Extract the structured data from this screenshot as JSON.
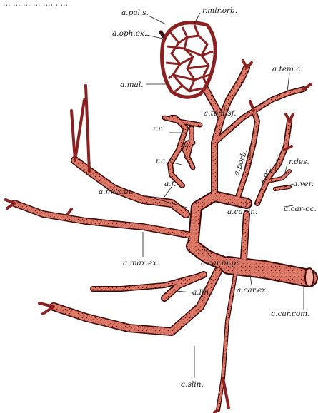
{
  "figure": {
    "caption_top": "... ... ... ... ..., , ...",
    "colors": {
      "vessel": "#8b2020",
      "vessel_light": "#f08a78",
      "vessel_dark": "#3a0a0a",
      "ink": "#1a1a1a"
    },
    "labels": {
      "a_pal_s": "a.pal.s.",
      "r_mir_orb": "r.mir.orb.",
      "a_oph_ex": "a.oph.ex.",
      "a_mal": "a.mal.",
      "a_tem_c": "a.tem.c.",
      "a_tem_sf": "a.tem.sf.",
      "r_r": "r.r.",
      "a_porb": "a.porb.",
      "r_c": "r.c.",
      "a_oc": "a.oc.",
      "r_des": "r.des.",
      "a_f": "a.f.",
      "a_ver": "a.ver.",
      "a_max_in": "a.max.in.",
      "a_car_in": "a.car.in.",
      "a_car_oc": "a.car-oc.",
      "a_car_in_pr": "a.car.in.pr.",
      "a_max_ex": "a.max.ex.",
      "a_lin": "a.lin.",
      "a_car_ex": "a.car.ex.",
      "a_car_com": "a.car.com.",
      "a_slin": "a.slin."
    }
  }
}
